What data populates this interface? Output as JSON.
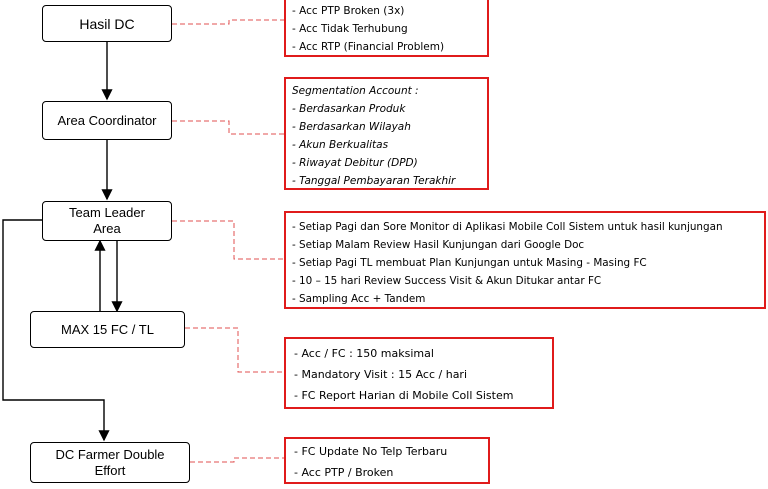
{
  "nodes": {
    "hasil_dc": "Hasil DC",
    "area_coordinator": "Area Coordinator",
    "team_leader_area": "Team Leader\nArea",
    "max_fc_tl": "MAX 15 FC / TL",
    "dc_farmer": "DC Farmer Double\nEffort"
  },
  "notes": {
    "hasil_dc": [
      "- Acc PTP Broken (3x)",
      "- Acc Tidak Terhubung",
      "- Acc RTP (Financial Problem)"
    ],
    "area_coordinator": [
      "Segmentation Account :",
      "- Berdasarkan Produk",
      "- Berdasarkan Wilayah",
      "- Akun Berkualitas",
      "- Riwayat Debitur (DPD)",
      "- Tanggal Pembayaran Terakhir"
    ],
    "team_leader": [
      "- Setiap Pagi dan Sore Monitor di Aplikasi Mobile Coll Sistem untuk hasil kunjungan",
      "- Setiap Malam Review Hasil Kunjungan dari Google Doc",
      "- Setiap Pagi TL membuat Plan Kunjungan untuk Masing - Masing FC",
      "- 10 – 15 hari Review Success Visit & Akun Ditukar antar FC",
      "- Sampling Acc + Tandem"
    ],
    "max_fc": [
      "- Acc / FC : 150 maksimal",
      "- Mandatory Visit : 15 Acc / hari",
      "- FC Report Harian di Mobile Coll Sistem"
    ],
    "dc_farmer": [
      "- FC Update No Telp Terbaru",
      "- Acc PTP / Broken"
    ]
  },
  "colors": {
    "note_border": "#e01b1b",
    "connector": "#e05050",
    "node_border": "#000000"
  }
}
